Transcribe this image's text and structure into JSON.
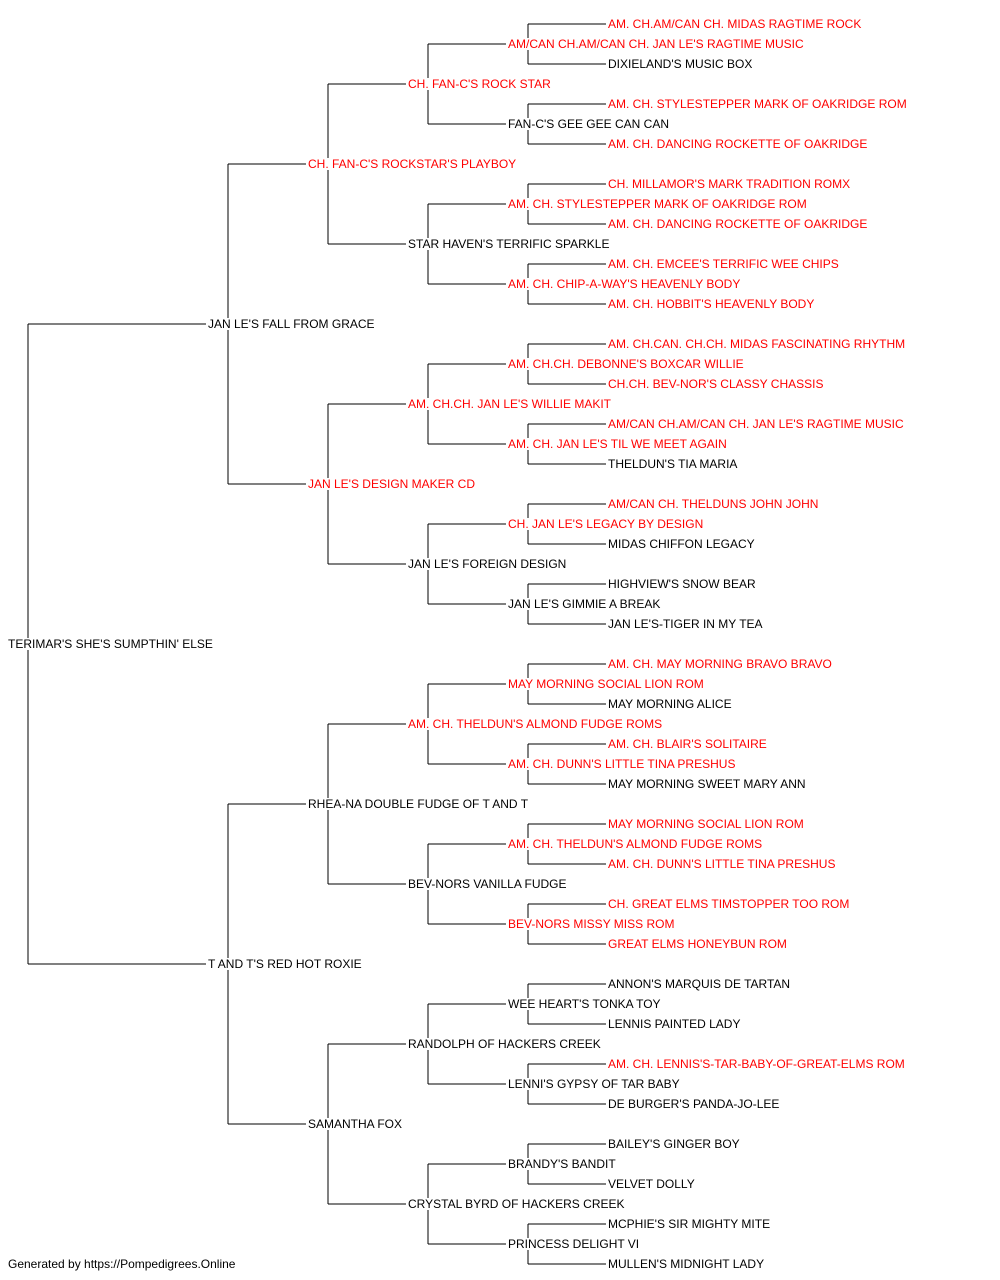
{
  "colors": {
    "champion": "#ff0000",
    "normal": "#000000",
    "line": "#000000"
  },
  "footer": "Generated by https://Pompedigrees.Online",
  "pedigree": {
    "name": "TERIMAR'S SHE'S SUMPTHIN' ELSE",
    "champion": false,
    "sire": {
      "name": "JAN LE'S FALL FROM GRACE",
      "champion": false,
      "sire": {
        "name": "CH. FAN-C'S ROCKSTAR'S PLAYBOY",
        "champion": true,
        "sire": {
          "name": "CH. FAN-C'S ROCK STAR",
          "champion": true,
          "sire": {
            "name": "AM/CAN CH.AM/CAN CH. JAN LE'S RAGTIME MUSIC",
            "champion": true,
            "sire": {
              "name": "AM. CH.AM/CAN CH. MIDAS RAGTIME ROCK",
              "champion": true
            },
            "dam": {
              "name": "DIXIELAND'S MUSIC BOX",
              "champion": false
            }
          },
          "dam": {
            "name": "FAN-C'S GEE GEE CAN CAN",
            "champion": false,
            "sire": {
              "name": "AM. CH. STYLESTEPPER MARK OF OAKRIDGE ROM",
              "champion": true
            },
            "dam": {
              "name": "AM. CH. DANCING ROCKETTE OF OAKRIDGE",
              "champion": true
            }
          }
        },
        "dam": {
          "name": "STAR HAVEN'S TERRIFIC SPARKLE",
          "champion": false,
          "sire": {
            "name": "AM. CH. STYLESTEPPER MARK OF OAKRIDGE ROM",
            "champion": true,
            "sire": {
              "name": "CH. MILLAMOR'S MARK TRADITION ROMX",
              "champion": true
            },
            "dam": {
              "name": "AM. CH. DANCING ROCKETTE OF OAKRIDGE",
              "champion": true
            }
          },
          "dam": {
            "name": "AM. CH. CHIP-A-WAY'S HEAVENLY BODY",
            "champion": true,
            "sire": {
              "name": "AM. CH. EMCEE'S TERRIFIC WEE CHIPS",
              "champion": true
            },
            "dam": {
              "name": "AM. CH. HOBBIT'S HEAVENLY BODY",
              "champion": true
            }
          }
        }
      },
      "dam": {
        "name": "JAN LE'S DESIGN MAKER CD",
        "champion": true,
        "sire": {
          "name": "AM. CH.CH. JAN LE'S WILLIE MAKIT",
          "champion": true,
          "sire": {
            "name": "AM. CH.CH. DEBONNE'S BOXCAR WILLIE",
            "champion": true,
            "sire": {
              "name": "AM. CH.CAN. CH.CH. MIDAS FASCINATING RHYTHM",
              "champion": true
            },
            "dam": {
              "name": "CH.CH. BEV-NOR'S CLASSY CHASSIS",
              "champion": true
            }
          },
          "dam": {
            "name": "AM. CH. JAN LE'S TIL WE MEET AGAIN",
            "champion": true,
            "sire": {
              "name": "AM/CAN CH.AM/CAN CH. JAN LE'S RAGTIME MUSIC",
              "champion": true
            },
            "dam": {
              "name": "THELDUN'S TIA MARIA",
              "champion": false
            }
          }
        },
        "dam": {
          "name": "JAN LE'S FOREIGN DESIGN",
          "champion": false,
          "sire": {
            "name": "CH. JAN LE'S LEGACY BY DESIGN",
            "champion": true,
            "sire": {
              "name": "AM/CAN CH. THELDUNS JOHN JOHN",
              "champion": true
            },
            "dam": {
              "name": "MIDAS CHIFFON LEGACY",
              "champion": false
            }
          },
          "dam": {
            "name": "JAN LE'S GIMMIE A BREAK",
            "champion": false,
            "sire": {
              "name": "HIGHVIEW'S SNOW BEAR",
              "champion": false
            },
            "dam": {
              "name": "JAN LE'S-TIGER IN MY TEA",
              "champion": false
            }
          }
        }
      }
    },
    "dam": {
      "name": "T AND T'S RED HOT ROXIE",
      "champion": false,
      "sire": {
        "name": "RHEA-NA DOUBLE FUDGE OF T AND T",
        "champion": false,
        "sire": {
          "name": "AM. CH. THELDUN'S ALMOND FUDGE ROMS",
          "champion": true,
          "sire": {
            "name": "MAY MORNING SOCIAL LION ROM",
            "champion": true,
            "sire": {
              "name": "AM. CH. MAY MORNING BRAVO BRAVO",
              "champion": true
            },
            "dam": {
              "name": "MAY MORNING ALICE",
              "champion": false
            }
          },
          "dam": {
            "name": "AM. CH. DUNN'S LITTLE TINA PRESHUS",
            "champion": true,
            "sire": {
              "name": "AM. CH. BLAIR'S SOLITAIRE",
              "champion": true
            },
            "dam": {
              "name": "MAY MORNING SWEET MARY ANN",
              "champion": false
            }
          }
        },
        "dam": {
          "name": "BEV-NORS VANILLA FUDGE",
          "champion": false,
          "sire": {
            "name": "AM. CH. THELDUN'S ALMOND FUDGE ROMS",
            "champion": true,
            "sire": {
              "name": "MAY MORNING SOCIAL LION ROM",
              "champion": true
            },
            "dam": {
              "name": "AM. CH. DUNN'S LITTLE TINA PRESHUS",
              "champion": true
            }
          },
          "dam": {
            "name": "BEV-NORS MISSY MISS ROM",
            "champion": true,
            "sire": {
              "name": "CH. GREAT ELMS TIMSTOPPER TOO ROM",
              "champion": true
            },
            "dam": {
              "name": "GREAT ELMS HONEYBUN ROM",
              "champion": true
            }
          }
        }
      },
      "dam": {
        "name": "SAMANTHA FOX",
        "champion": false,
        "sire": {
          "name": "RANDOLPH OF HACKERS CREEK",
          "champion": false,
          "sire": {
            "name": "WEE HEART'S TONKA TOY",
            "champion": false,
            "sire": {
              "name": "ANNON'S MARQUIS DE TARTAN",
              "champion": false
            },
            "dam": {
              "name": "LENNIS PAINTED LADY",
              "champion": false
            }
          },
          "dam": {
            "name": "LENNI'S GYPSY OF TAR BABY",
            "champion": false,
            "sire": {
              "name": "AM. CH. LENNIS'S-TAR-BABY-OF-GREAT-ELMS ROM",
              "champion": true
            },
            "dam": {
              "name": "DE BURGER'S PANDA-JO-LEE",
              "champion": false
            }
          }
        },
        "dam": {
          "name": "CRYSTAL BYRD OF HACKERS CREEK",
          "champion": false,
          "sire": {
            "name": "BRANDY'S BANDIT",
            "champion": false,
            "sire": {
              "name": "BAILEY'S GINGER BOY",
              "champion": false
            },
            "dam": {
              "name": "VELVET DOLLY",
              "champion": false
            }
          },
          "dam": {
            "name": "PRINCESS DELIGHT VI",
            "champion": false,
            "sire": {
              "name": "MCPHIE'S SIR MIGHTY MITE",
              "champion": false
            },
            "dam": {
              "name": "MULLEN'S MIDNIGHT LADY",
              "champion": false
            }
          }
        }
      }
    }
  }
}
